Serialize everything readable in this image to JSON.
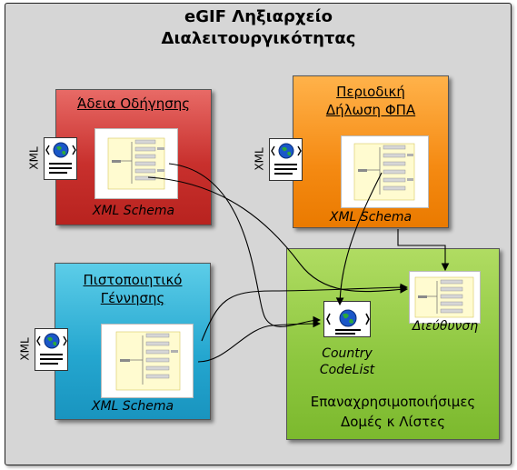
{
  "diagram": {
    "title_line1": "eGIF Ληξιαρχείο",
    "title_line2": "Διαλειτουργικότητας",
    "boxes": {
      "license": {
        "title": "Άδεια Οδήγησης",
        "schema_label": "XML Schema"
      },
      "vat": {
        "title_line1": "Περιοδική",
        "title_line2": "Δήλωση ΦΠΑ",
        "schema_label": "XML Schema"
      },
      "birth": {
        "title_line1": "Πιστοποιητικό",
        "title_line2": "Γέννησης",
        "schema_label": "XML Schema"
      },
      "reusable": {
        "bottom_line1": "Επαναχρησιμοποιήσιμες",
        "bottom_line2": "Δομές κ Λίστες",
        "address_label": "Διεύθυνση",
        "codelist_line1": "Country",
        "codelist_line2": "CodeList"
      }
    },
    "xml_tag": "XML",
    "colors": {
      "license": "#c8302d",
      "vat": "#f58a12",
      "birth": "#24a6cf",
      "reusable": "#8cc63e",
      "background": "#d6d6d6"
    },
    "icons": [
      "xml-document-icon",
      "globe-icon"
    ]
  }
}
